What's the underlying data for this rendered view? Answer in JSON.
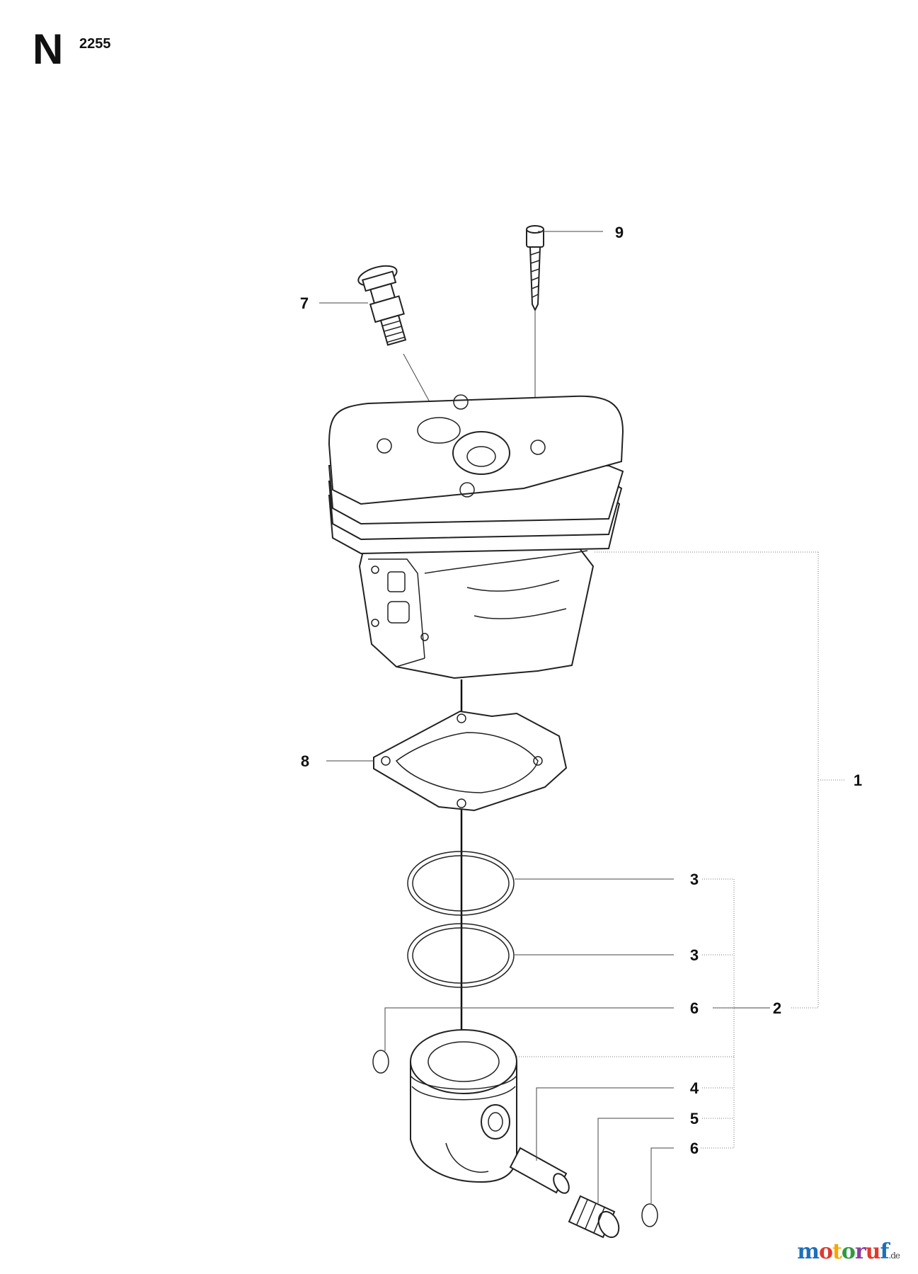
{
  "header": {
    "section_letter": "N",
    "page_code": "2255"
  },
  "callouts": [
    "1",
    "2",
    "3",
    "3",
    "4",
    "5",
    "6",
    "6",
    "7",
    "8",
    "9"
  ],
  "watermark": {
    "brand": "motoruf",
    "suffix": ".de",
    "brand_colors": [
      "#1d6fb8",
      "#e03a2f",
      "#f2a900",
      "#2e9a3e",
      "#8a3fa0",
      "#e03a2f",
      "#1d6fb8"
    ]
  }
}
